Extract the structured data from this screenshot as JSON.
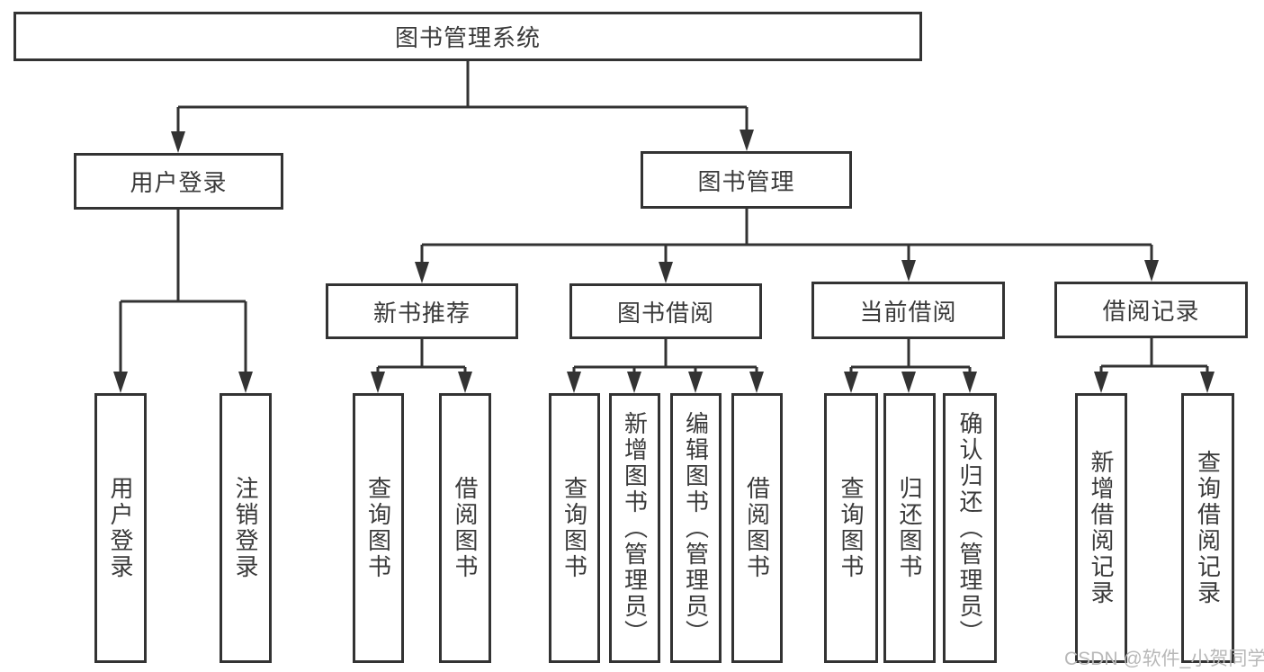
{
  "nodes": {
    "root": "图书管理系统",
    "level2": {
      "user_login": "用户登录",
      "book_management": "图书管理"
    },
    "level3": {
      "new_book": "新书推荐",
      "book_borrow": "图书借阅",
      "current_borrow": "当前借阅",
      "borrow_record": "借阅记录"
    },
    "leaves": {
      "user_login": [
        "用户登录",
        "注销登录"
      ],
      "new_book": [
        "查询图书",
        "借阅图书"
      ],
      "book_borrow": [
        "查询图书",
        "新增图书（管理员）",
        "编辑图书（管理员）",
        "借阅图书"
      ],
      "current_borrow": [
        "查询图书",
        "归还图书",
        "确认归还（管理员）"
      ],
      "borrow_record": [
        "新增借阅记录",
        "查询借阅记录"
      ]
    }
  },
  "watermark": "CSDN @软件_小贺同学",
  "colors": {
    "line": "#333333",
    "box_border": "#333333",
    "box_fill": "#ffffff",
    "text": "#3a3a3a",
    "watermark": "#b8b8b8",
    "background": "#ffffff"
  }
}
